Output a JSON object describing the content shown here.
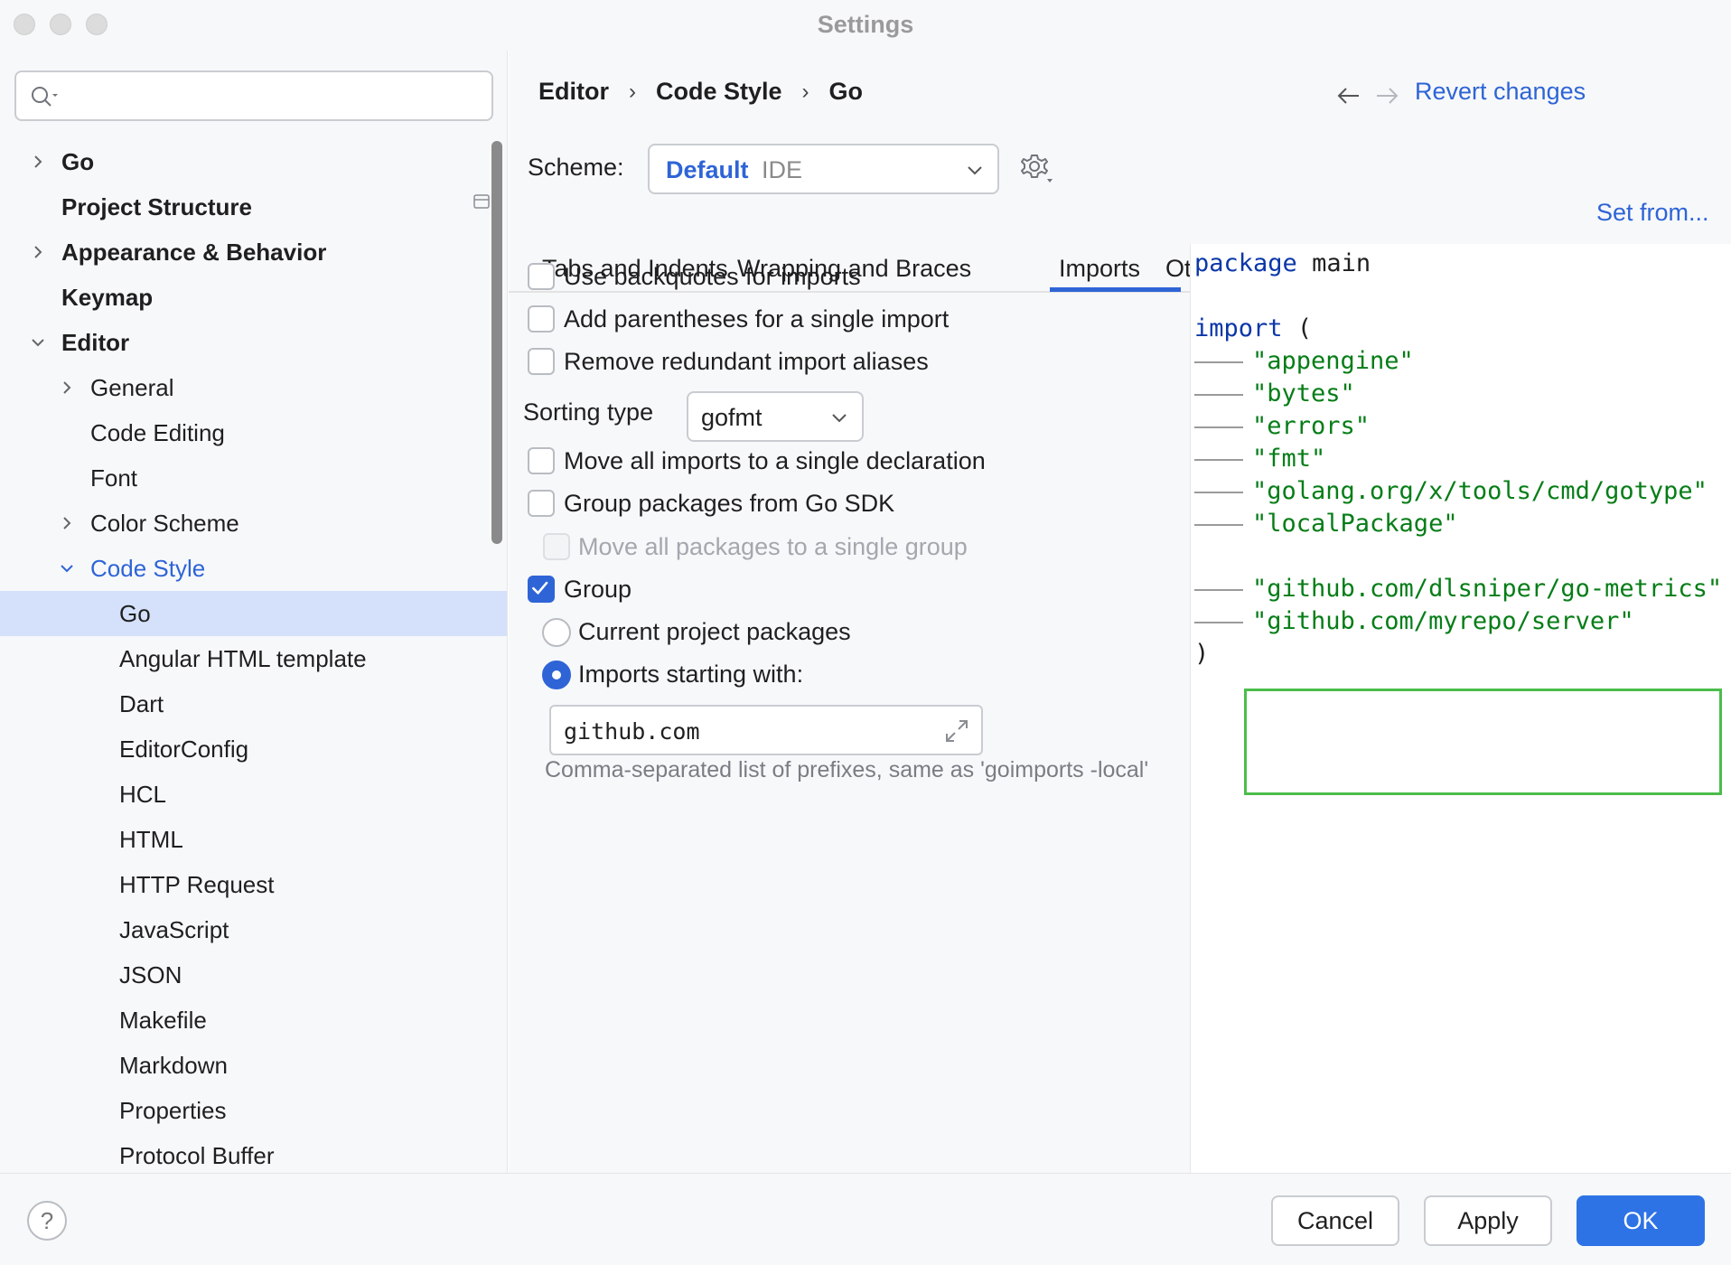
{
  "window": {
    "title": "Settings"
  },
  "sidebar": {
    "search_placeholder": "",
    "items": [
      {
        "label": "Go",
        "level": 0,
        "bold": true,
        "chevron": "right"
      },
      {
        "label": "Project Structure",
        "level": 0,
        "bold": true,
        "chevron": "none"
      },
      {
        "label": "Appearance & Behavior",
        "level": 0,
        "bold": true,
        "chevron": "right"
      },
      {
        "label": "Keymap",
        "level": 0,
        "bold": true,
        "chevron": "none"
      },
      {
        "label": "Editor",
        "level": 0,
        "bold": true,
        "chevron": "down"
      },
      {
        "label": "General",
        "level": 1,
        "bold": false,
        "chevron": "right"
      },
      {
        "label": "Code Editing",
        "level": 1,
        "bold": false,
        "chevron": "none"
      },
      {
        "label": "Font",
        "level": 1,
        "bold": false,
        "chevron": "none"
      },
      {
        "label": "Color Scheme",
        "level": 1,
        "bold": false,
        "chevron": "right"
      },
      {
        "label": "Code Style",
        "level": 1,
        "bold": false,
        "chevron": "down",
        "accent": true
      },
      {
        "label": "Go",
        "level": 2,
        "bold": false,
        "chevron": "none",
        "selected": true
      },
      {
        "label": "Angular HTML template",
        "level": 2,
        "bold": false,
        "chevron": "none"
      },
      {
        "label": "Dart",
        "level": 2,
        "bold": false,
        "chevron": "none"
      },
      {
        "label": "EditorConfig",
        "level": 2,
        "bold": false,
        "chevron": "none"
      },
      {
        "label": "HCL",
        "level": 2,
        "bold": false,
        "chevron": "none"
      },
      {
        "label": "HTML",
        "level": 2,
        "bold": false,
        "chevron": "none"
      },
      {
        "label": "HTTP Request",
        "level": 2,
        "bold": false,
        "chevron": "none"
      },
      {
        "label": "JavaScript",
        "level": 2,
        "bold": false,
        "chevron": "none"
      },
      {
        "label": "JSON",
        "level": 2,
        "bold": false,
        "chevron": "none"
      },
      {
        "label": "Makefile",
        "level": 2,
        "bold": false,
        "chevron": "none"
      },
      {
        "label": "Markdown",
        "level": 2,
        "bold": false,
        "chevron": "none"
      },
      {
        "label": "Properties",
        "level": 2,
        "bold": false,
        "chevron": "none"
      },
      {
        "label": "Protocol Buffer",
        "level": 2,
        "bold": false,
        "chevron": "none"
      }
    ]
  },
  "header": {
    "breadcrumb": [
      "Editor",
      "Code Style",
      "Go"
    ],
    "revert_label": "Revert changes"
  },
  "scheme": {
    "label": "Scheme:",
    "value": "Default",
    "value_suffix": "IDE",
    "set_from_label": "Set from..."
  },
  "tabs": [
    {
      "label": "Tabs and Indents",
      "active": false
    },
    {
      "label": "Wrapping and Braces",
      "active": false
    },
    {
      "label": "Imports",
      "active": true
    },
    {
      "label": "Other",
      "active": false
    }
  ],
  "options": {
    "use_backquotes": {
      "label": "Use backquotes for imports",
      "checked": false
    },
    "add_parentheses": {
      "label": "Add parentheses for a single import",
      "checked": false
    },
    "remove_aliases": {
      "label": "Remove redundant import aliases",
      "checked": false
    },
    "sorting_type": {
      "label": "Sorting type",
      "value": "gofmt"
    },
    "move_all_imports": {
      "label": "Move all imports to a single declaration",
      "checked": false
    },
    "group_sdk": {
      "label": "Group packages from Go SDK",
      "checked": false
    },
    "move_all_packages": {
      "label": "Move all packages to a single group",
      "checked": false,
      "disabled": true
    },
    "group": {
      "label": "Group",
      "checked": true
    },
    "current_project": {
      "label": "Current project packages",
      "selected": false
    },
    "imports_starting": {
      "label": "Imports starting with:",
      "selected": true
    },
    "prefix_value": "github.com",
    "hint": "Comma-separated list of prefixes, same as 'goimports -local'"
  },
  "preview": {
    "package_kw": "package",
    "package_name": "main",
    "import_kw": "import",
    "open_paren": "(",
    "imports": [
      "\"appengine\"",
      "\"bytes\"",
      "\"errors\"",
      "\"fmt\"",
      "\"golang.org/x/tools/cmd/gotype\"",
      "\"localPackage\""
    ],
    "grouped_imports": [
      "\"github.com/dlsniper/go-metrics\"",
      "\"github.com/myrepo/server\""
    ],
    "close_paren": ")"
  },
  "footer": {
    "help_label": "?",
    "cancel_label": "Cancel",
    "apply_label": "Apply",
    "ok_label": "OK"
  },
  "colors": {
    "accent": "#2e64d6",
    "selected_row": "#d5e1fb",
    "highlight_box": "#4bbd4b",
    "keyword": "#0b37a8",
    "string": "#067d17"
  }
}
